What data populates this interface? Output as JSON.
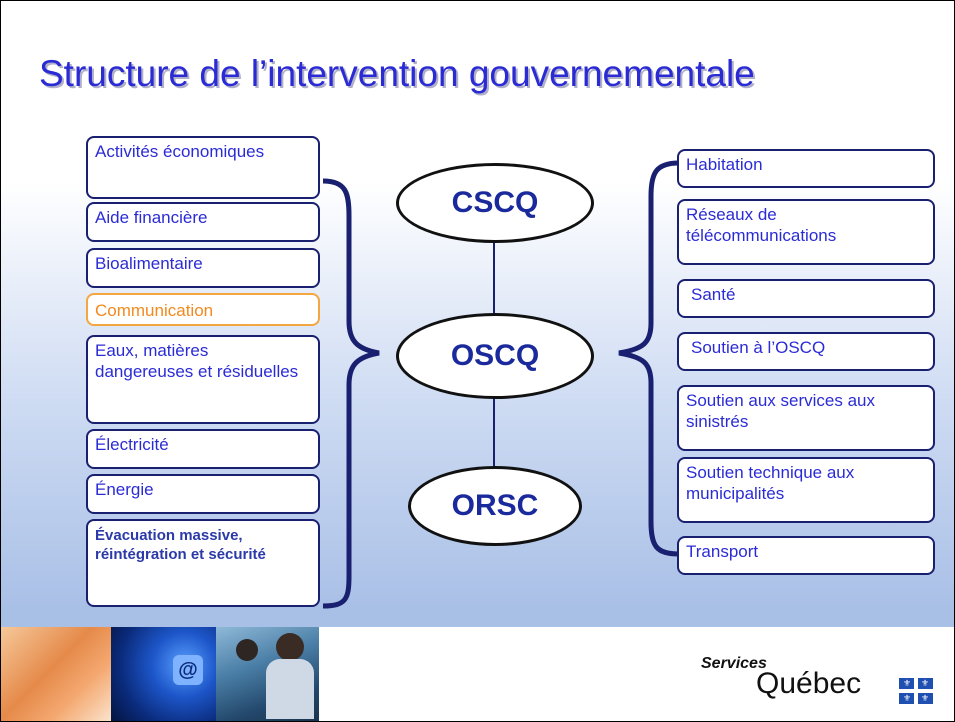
{
  "title": "Structure de l’intervention gouvernementale",
  "left_boxes": [
    "Activités économiques",
    "Aide financière",
    "Bioalimentaire",
    "Communication",
    "Eaux, matières dangereuses et résiduelles",
    "Électricité",
    "Énergie",
    "Évacuation massive, réintégration et sécurité"
  ],
  "center_nodes": [
    "CSCQ",
    "OSCQ",
    "ORSC"
  ],
  "right_boxes": [
    "Habitation",
    "Réseaux de télécommunications",
    "Santé",
    "Soutien à l’OSCQ",
    "Soutien aux services aux sinistrés",
    "Soutien technique aux municipalités",
    "Transport"
  ],
  "logo": {
    "services": "Services",
    "quebec": "Québec",
    "flag_icon": "fleurdelise-icon"
  },
  "colors": {
    "title": "#2b2bd6",
    "box_text": "#2b2bd6",
    "box_border": "#1a2070",
    "highlight_box": "#f28a1e",
    "brace": "#1a2070"
  }
}
